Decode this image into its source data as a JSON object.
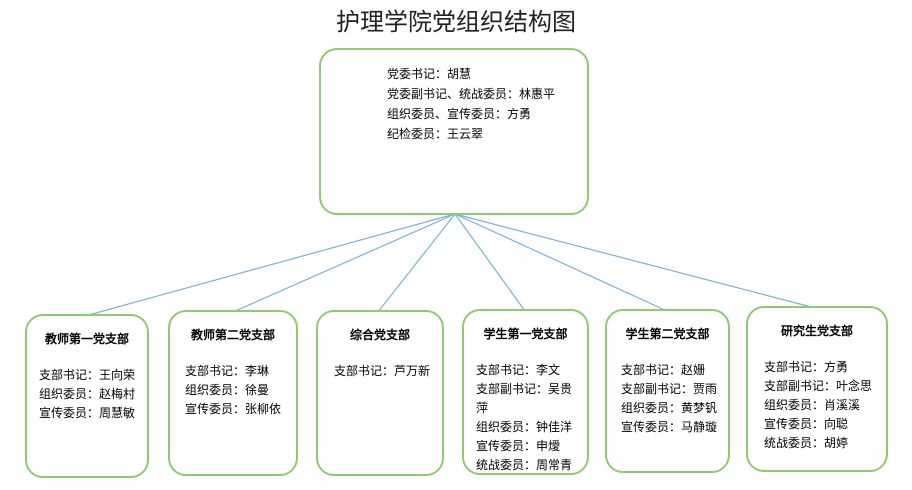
{
  "title": "护理学院党组织结构图",
  "colors": {
    "box_border": "#8fc971",
    "connector": "#7ab0dc"
  },
  "root": {
    "lines": [
      "党委书记：胡慧",
      "党委副书记、统战委员：林惠平",
      "组织委员、宣传委员：方勇",
      "纪检委员：王云翠"
    ]
  },
  "branches": [
    {
      "title": "教师第一党支部",
      "lines": [
        "支部书记：王向荣",
        "组织委员：赵梅村",
        "宣传委员：周慧敏"
      ]
    },
    {
      "title": "教师第二党支部",
      "lines": [
        "支部书记：李琳",
        "组织委员：徐曼",
        "宣传委员：张柳依"
      ]
    },
    {
      "title": "综合党支部",
      "lines": [
        "支部书记：芦万新"
      ]
    },
    {
      "title": "学生第一党支部",
      "lines": [
        "支部书记：李文",
        "支部副书记：吴贵萍",
        "组织委员：钟佳洋",
        "宣传委员：申燰",
        "统战委员：周常青"
      ]
    },
    {
      "title": "学生第二党支部",
      "lines": [
        "支部书记：赵姗",
        "支部副书记：贾雨",
        "组织委员：黄梦钒",
        "宣传委员：马静璇"
      ]
    },
    {
      "title": "研究生党支部",
      "lines": [
        "支部书记：方勇",
        "支部副书记：叶念思",
        "组织委员：肖溪溪",
        "宣传委员：向聪",
        "统战委员：胡婷"
      ]
    }
  ]
}
